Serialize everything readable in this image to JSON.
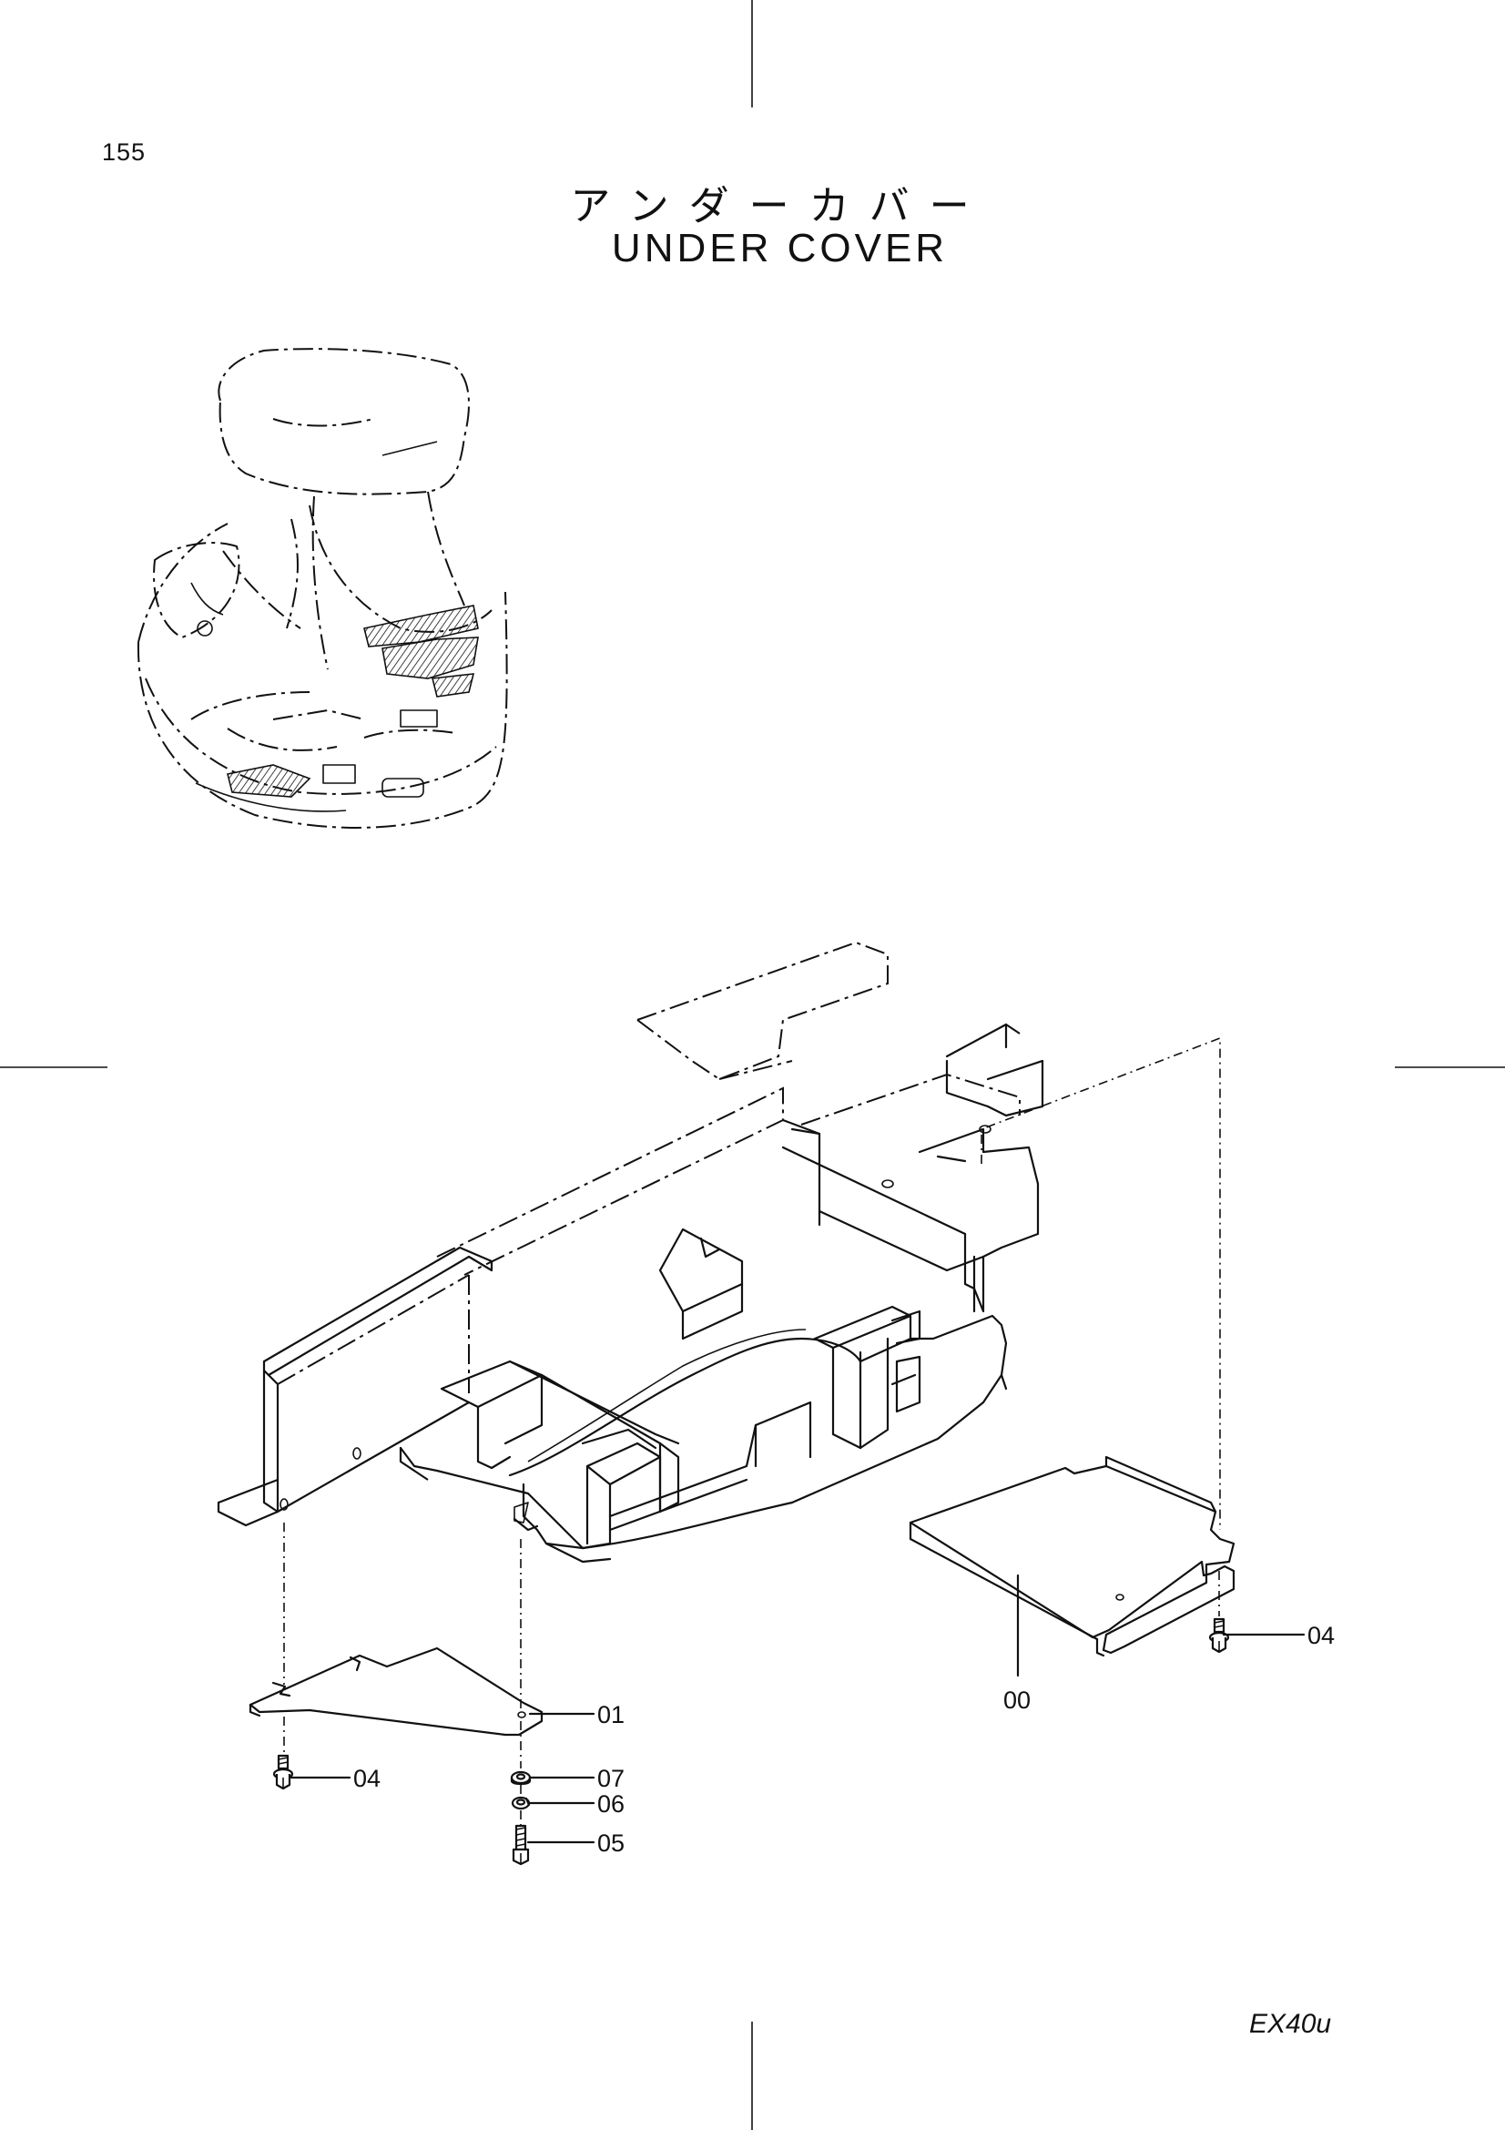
{
  "page": {
    "number": "155",
    "title_jp": "アンダーカバー",
    "title_en": "UNDER COVER",
    "model": "EX40u"
  },
  "callouts": [
    {
      "id": "c00",
      "label": "00"
    },
    {
      "id": "c01",
      "label": "01"
    },
    {
      "id": "c04a",
      "label": "04"
    },
    {
      "id": "c04b",
      "label": "04"
    },
    {
      "id": "c05",
      "label": "05"
    },
    {
      "id": "c06",
      "label": "06"
    },
    {
      "id": "c07",
      "label": "07"
    }
  ],
  "icons": {
    "overview": "upper-structure-overview-illustration",
    "frame": "revolving-frame-illustration",
    "bolt": "bolt-icon",
    "washer": "washer-icon",
    "lock-washer": "lock-washer-icon"
  }
}
